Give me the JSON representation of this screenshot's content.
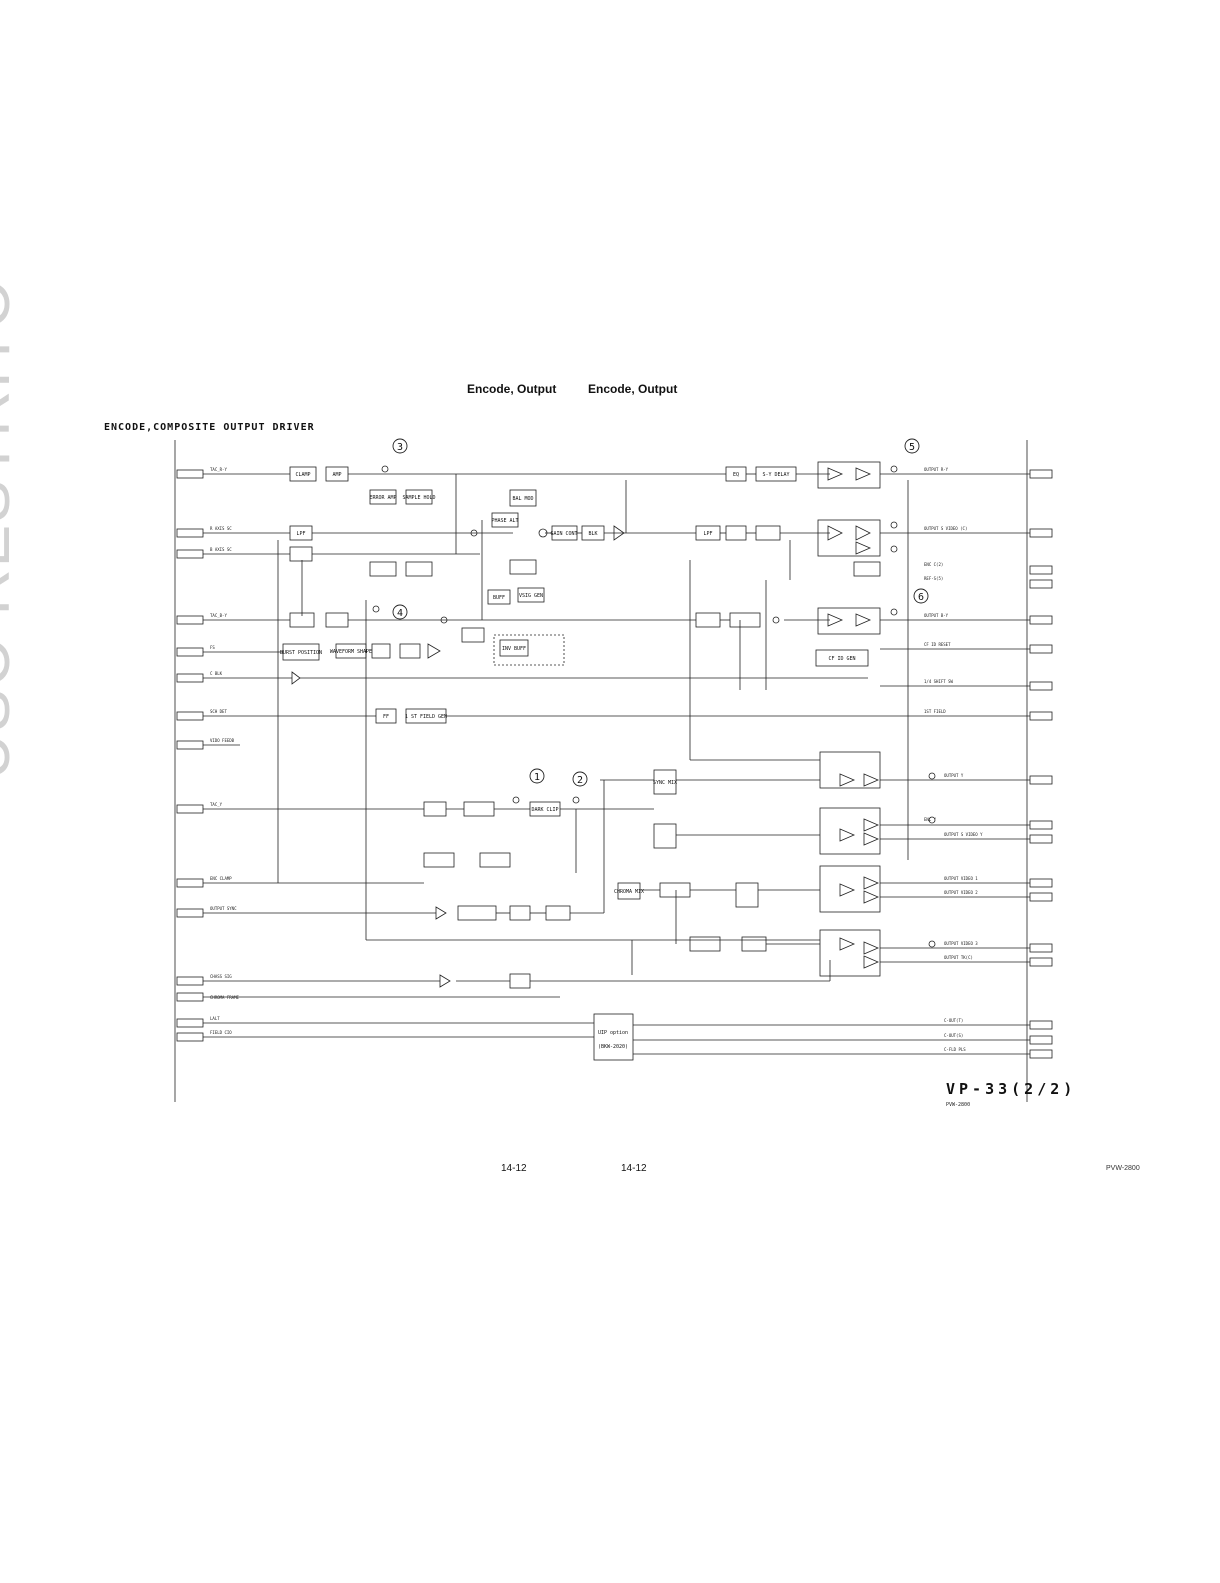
{
  "watermark": "USO RESTRITO",
  "headers": {
    "left": "Encode, Output",
    "right": "Encode, Output"
  },
  "diagram_title": "ENCODE,COMPOSITE OUTPUT DRIVER",
  "page_numbers": {
    "left": "14-12",
    "right": "14-12"
  },
  "model_tag": "PVW-2800",
  "board_id": {
    "name": "VP-33(2/2)",
    "model": "PVW-2800"
  },
  "test_points": {
    "tp1": "1",
    "tp2": "2",
    "tp3": "3",
    "tp4": "4",
    "tp5": "5",
    "tp6": "6"
  },
  "blocks": {
    "clamp": "CLAMP",
    "amp": "AMP",
    "error_amp": "ERROR AMP",
    "sample_hold": "SAMPLE HOLD",
    "bal_mod": "BAL MOD",
    "phase_alt": "PHASE ALT",
    "gain_cont": "GAIN CONT",
    "blk": "BLK",
    "lpf": "LPF",
    "eq": "EQ",
    "sy_delay": "S-Y DELAY",
    "buff": "BUFF",
    "vsig_gen": "VSIG GEN",
    "burst_position": "BURST POSITION",
    "waveform_shape": "WAVEFORM SHAPE",
    "inv_buff": "INV BUFF",
    "ff": "FF",
    "st_field_gen": "1 ST FIELD GEN",
    "cf_id_gen": "CF ID GEN",
    "sync_mix": "SYNC MIX",
    "dark_clip": "DARK CLIP",
    "chroma_mix": "CHROMA MIX",
    "uip_option": "UIP option",
    "bkw": "(BKW-2020)"
  },
  "input_signals": [
    "TAC_R-Y",
    "R AXIS SC",
    "B AXIS SC",
    "TAC_B-Y",
    "FS",
    "C BLK",
    "SCH DET",
    "VIDO FEEDB",
    "TAC_Y",
    "ENC CLAMP",
    "OUTPUT SYNC",
    "CHASS SIG",
    "CHROMA FRAME",
    "LALT",
    "FIELD CIO"
  ],
  "output_signals": [
    "OUTPUT R-Y",
    "OUTPUT S VIDEO (C)",
    "ENC C(2)",
    "REF-S(5)",
    "OUTPUT B-Y",
    "CF ID RESET",
    "1/4 SHIFT SW",
    "1ST FIELD",
    "OUTPUT Y",
    "ENC Y",
    "OUTPUT S VIDEO Y",
    "OUTPUT VIDEO 1",
    "OUTPUT VIDEO 2",
    "OUTPUT VIDEO 3",
    "OUTPUT TK(C)",
    "C-OUT(T)",
    "C-OUT(S)",
    "C-FLD PLS"
  ]
}
